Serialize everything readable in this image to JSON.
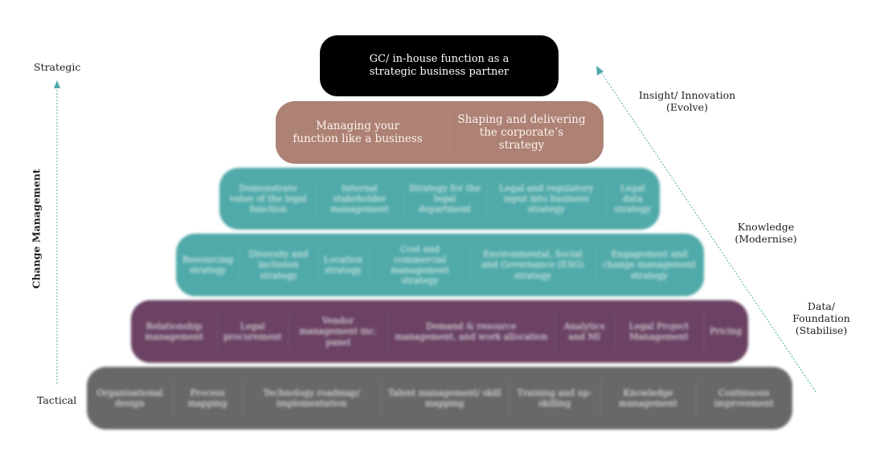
{
  "axis": {
    "top_label": "Strategic",
    "bottom_label": "Tactical",
    "vertical_title": "Change Management"
  },
  "maturity_levels": [
    "Insight/ Innovation\n(Evolve)",
    "Knowledge\n(Modernise)",
    "Data/\nFoundation\n(Stabilise)"
  ],
  "colors": {
    "top": "#000000",
    "second": "#ad8173",
    "teal": "#50aaa9",
    "purple": "#6b4263",
    "gray": "#686868",
    "arrow": "#4fa9a8"
  },
  "tiers": [
    {
      "items": [
        "GC/ in-house function as a strategic business partner"
      ]
    },
    {
      "items": [
        "Managing your function like a business",
        "Shaping and delivering the corporate’s strategy"
      ]
    },
    {
      "items": [
        "Demonstrate value of the legal function",
        "Internal stakeholder management",
        "Strategy for the legal department",
        "Legal and regulatory input into business strategy",
        "Legal data strategy"
      ]
    },
    {
      "items": [
        "Resourcing strategy",
        "Diversity and inclusion strategy",
        "Location strategy",
        "Cost and commercial management strategy",
        "Environmental, Social and Governance (ESG) strategy",
        "Engagement and change management strategy"
      ]
    },
    {
      "items": [
        "Relationship management",
        "Legal procurement",
        "Vendor management inc. panel",
        "Demand & resource management, and work allocation",
        "Analytics and MI",
        "Legal Project Management",
        "Pricing"
      ]
    },
    {
      "items": [
        "Organisational design",
        "Process mapping",
        "Technology roadmap/ implementation",
        "Talent management/ skill mapping",
        "Training and up-skilling",
        "Knowledge management",
        "Continuous improvement"
      ]
    }
  ]
}
